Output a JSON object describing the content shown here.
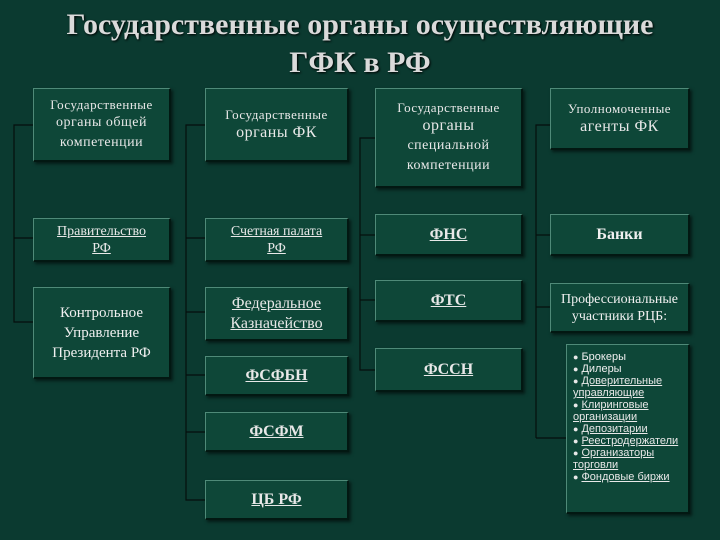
{
  "title": {
    "line1": "Государственные органы осуществляющие",
    "line2": "ГФК в РФ"
  },
  "columns": [
    {
      "header": [
        "Государственные",
        "органы общей",
        "компетенции"
      ],
      "items": [
        {
          "lines": [
            "Правительство",
            "РФ"
          ],
          "linked": true
        },
        {
          "lines": [
            "Контрольное",
            "Управление",
            "Президента РФ"
          ],
          "linked": false
        }
      ]
    },
    {
      "header": [
        "Государственные",
        "органы ФК"
      ],
      "items": [
        {
          "lines": [
            "Счетная палата",
            "РФ"
          ],
          "linked": true
        },
        {
          "lines": [
            "Федеральное",
            "Казначейство"
          ],
          "linked": true
        },
        {
          "lines": [
            "ФСФБН"
          ],
          "linked": true
        },
        {
          "lines": [
            "ФСФМ"
          ],
          "linked": true
        },
        {
          "lines": [
            "ЦБ РФ"
          ],
          "linked": true
        }
      ]
    },
    {
      "header": [
        "Государственные",
        "органы",
        "специальной",
        "компетенции"
      ],
      "items": [
        {
          "lines": [
            "ФНС"
          ],
          "linked": true
        },
        {
          "lines": [
            "ФТС"
          ],
          "linked": true
        },
        {
          "lines": [
            "ФССН"
          ],
          "linked": true
        }
      ]
    },
    {
      "header": [
        "Уполномоченные",
        "агенты ФК"
      ],
      "items": [
        {
          "lines": [
            "Банки"
          ],
          "linked": false
        },
        {
          "lines": [
            "Профессиональные",
            "участники РЦБ:"
          ],
          "linked": false
        }
      ]
    }
  ],
  "participants_list": [
    {
      "text": "Брокеры",
      "linked": false
    },
    {
      "text": "Дилеры",
      "linked": false
    },
    {
      "text": "Доверительные управляющие",
      "linked": true
    },
    {
      "text": "Клиринговые организации",
      "linked": true
    },
    {
      "text": "Депозитарии",
      "linked": true
    },
    {
      "text": "Реестродержатели",
      "linked": true
    },
    {
      "text": "Организаторы торговли",
      "linked": true
    },
    {
      "text": "Фондовые биржи",
      "linked": true
    }
  ],
  "colors": {
    "background": "#0b3a30",
    "box": "#0e4738",
    "text": "#e8e8e8",
    "lines": "#0a0a0a"
  }
}
